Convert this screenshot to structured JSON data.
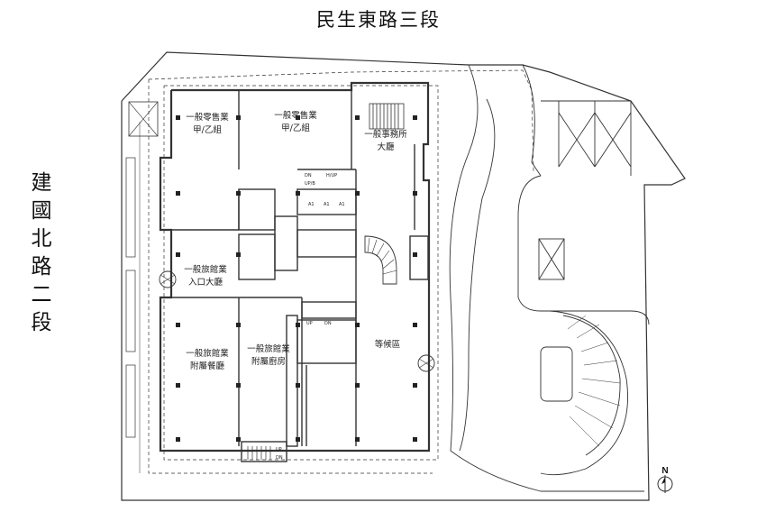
{
  "streets": {
    "top": "民生東路三段",
    "left": [
      "建",
      "國",
      "北",
      "路",
      "二",
      "段"
    ]
  },
  "rooms": [
    {
      "id": "retail-a",
      "lines": [
        "一般零售業",
        "甲/乙組"
      ]
    },
    {
      "id": "retail-b",
      "lines": [
        "一般零售業",
        "甲/乙組"
      ]
    },
    {
      "id": "office-lobby",
      "lines": [
        "一般事務所",
        "大廳"
      ]
    },
    {
      "id": "hotel-lobby",
      "lines": [
        "一般旅館業",
        "入口大廳"
      ]
    },
    {
      "id": "hotel-restaurant",
      "lines": [
        "一般旅館業",
        "附屬餐廳"
      ]
    },
    {
      "id": "hotel-kitchen",
      "lines": [
        "一般旅館業",
        "附屬廚房"
      ]
    },
    {
      "id": "waiting-area",
      "lines": [
        "等候區"
      ]
    }
  ],
  "elevator_labels": {
    "dn": "DN",
    "up": "UP",
    "hup": "H/UP",
    "upb": "UP/B",
    "cars": [
      "A1",
      "A1",
      "A1"
    ]
  },
  "north": "N"
}
